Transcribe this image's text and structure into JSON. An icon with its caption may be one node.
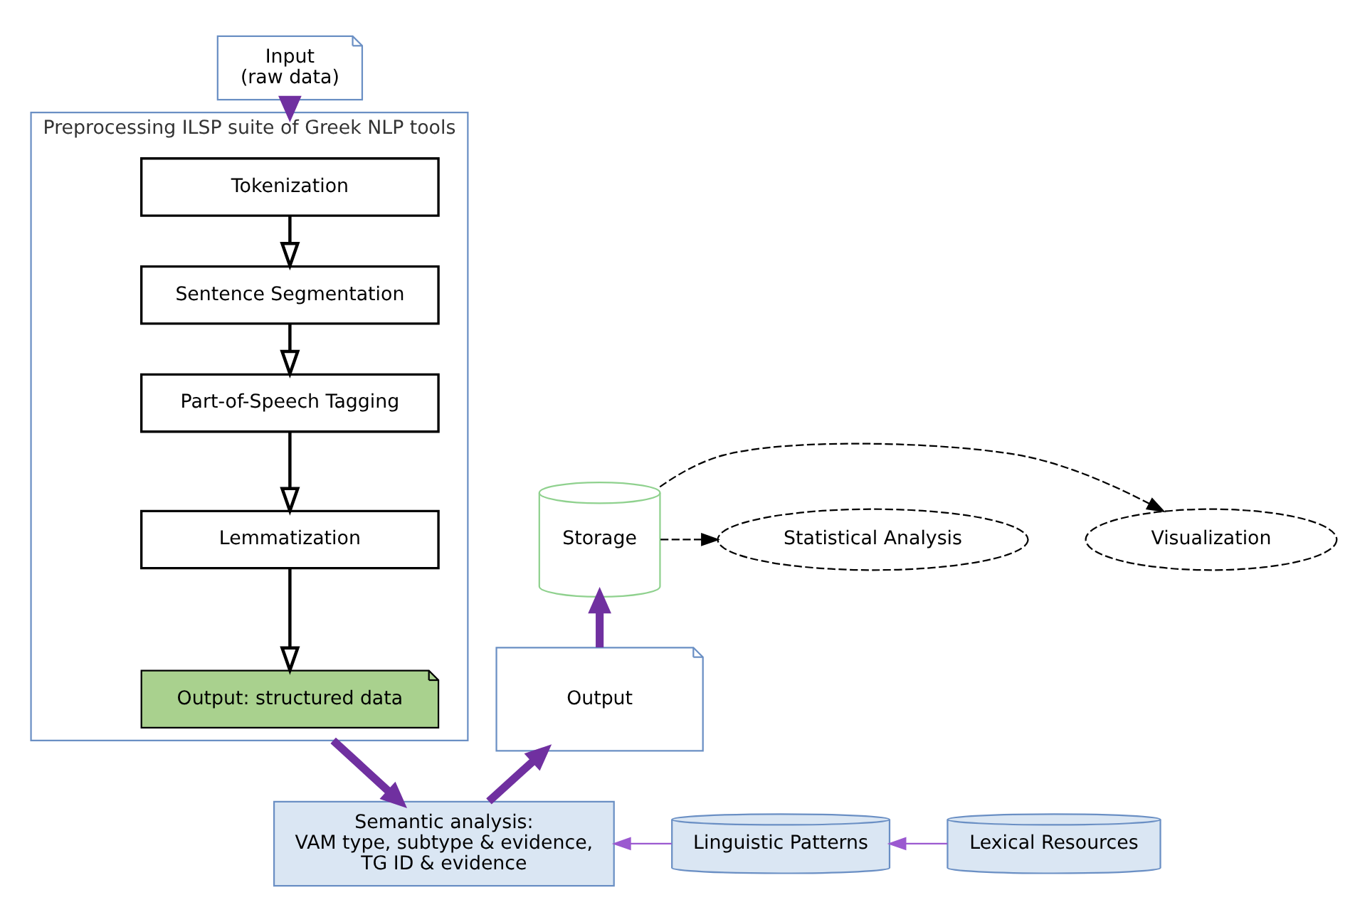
{
  "diagram": {
    "nodes": [
      {
        "text": [
          "Input",
          "(raw data)"
        ]
      },
      {
        "text": [
          "Preprocessing ILSP suite of Greek NLP tools"
        ]
      },
      {
        "text": [
          "Tokenization"
        ],
        "in": 1
      },
      {
        "text": [
          "Sentence Segmentation"
        ],
        "in": 1
      },
      {
        "text": [
          "Part-of-Speech Tagging"
        ],
        "in": 1
      },
      {
        "text": [
          "Lemmatization"
        ],
        "in": 1
      },
      {
        "text": [
          "Output: structured data"
        ],
        "in": 1
      },
      {
        "text": [
          "Storage"
        ]
      },
      {
        "text": [
          "Visualization"
        ]
      },
      {
        "text": [
          "Statistical Analysis"
        ]
      },
      {
        "text": [
          "Output"
        ]
      },
      {
        "text": [
          "Semantic analysis:",
          "VAM type, subtype & evidence,",
          "TG ID & evidence"
        ]
      },
      {
        "text": [
          "Linguistic Patterns"
        ]
      },
      {
        "text": [
          "Lexical Resources"
        ]
      }
    ],
    "edges": [
      {
        "from": 0,
        "to": 1,
        "arrow": "to",
        "style": "thick",
        "color": "#7030a0"
      },
      {
        "from": 2,
        "to": 3,
        "arrow": "to"
      },
      {
        "from": 3,
        "to": 4,
        "arrow": "to"
      },
      {
        "from": 4,
        "to": 5,
        "arrow": "to"
      },
      {
        "from": 5,
        "to": 6,
        "arrow": "to"
      },
      {
        "from": 1,
        "to": 11,
        "arrow": "to",
        "style": "thick",
        "color": "#7030a0"
      },
      {
        "from": 11,
        "to": 10,
        "arrow": "to",
        "style": "thick",
        "color": "#7030a0"
      },
      {
        "from": 10,
        "to": 7,
        "arrow": "to",
        "style": "thick",
        "color": "#7030a0"
      },
      {
        "from": 7,
        "to": 8,
        "arrow": "to",
        "style": "dashed"
      },
      {
        "from": 7,
        "to": 9,
        "arrow": "to",
        "style": "dashed"
      },
      {
        "from": 12,
        "to": 11,
        "arrow": "to",
        "color": "#9b59d0"
      },
      {
        "from": 13,
        "to": 12,
        "arrow": "to",
        "color": "#9b59d0"
      }
    ]
  }
}
